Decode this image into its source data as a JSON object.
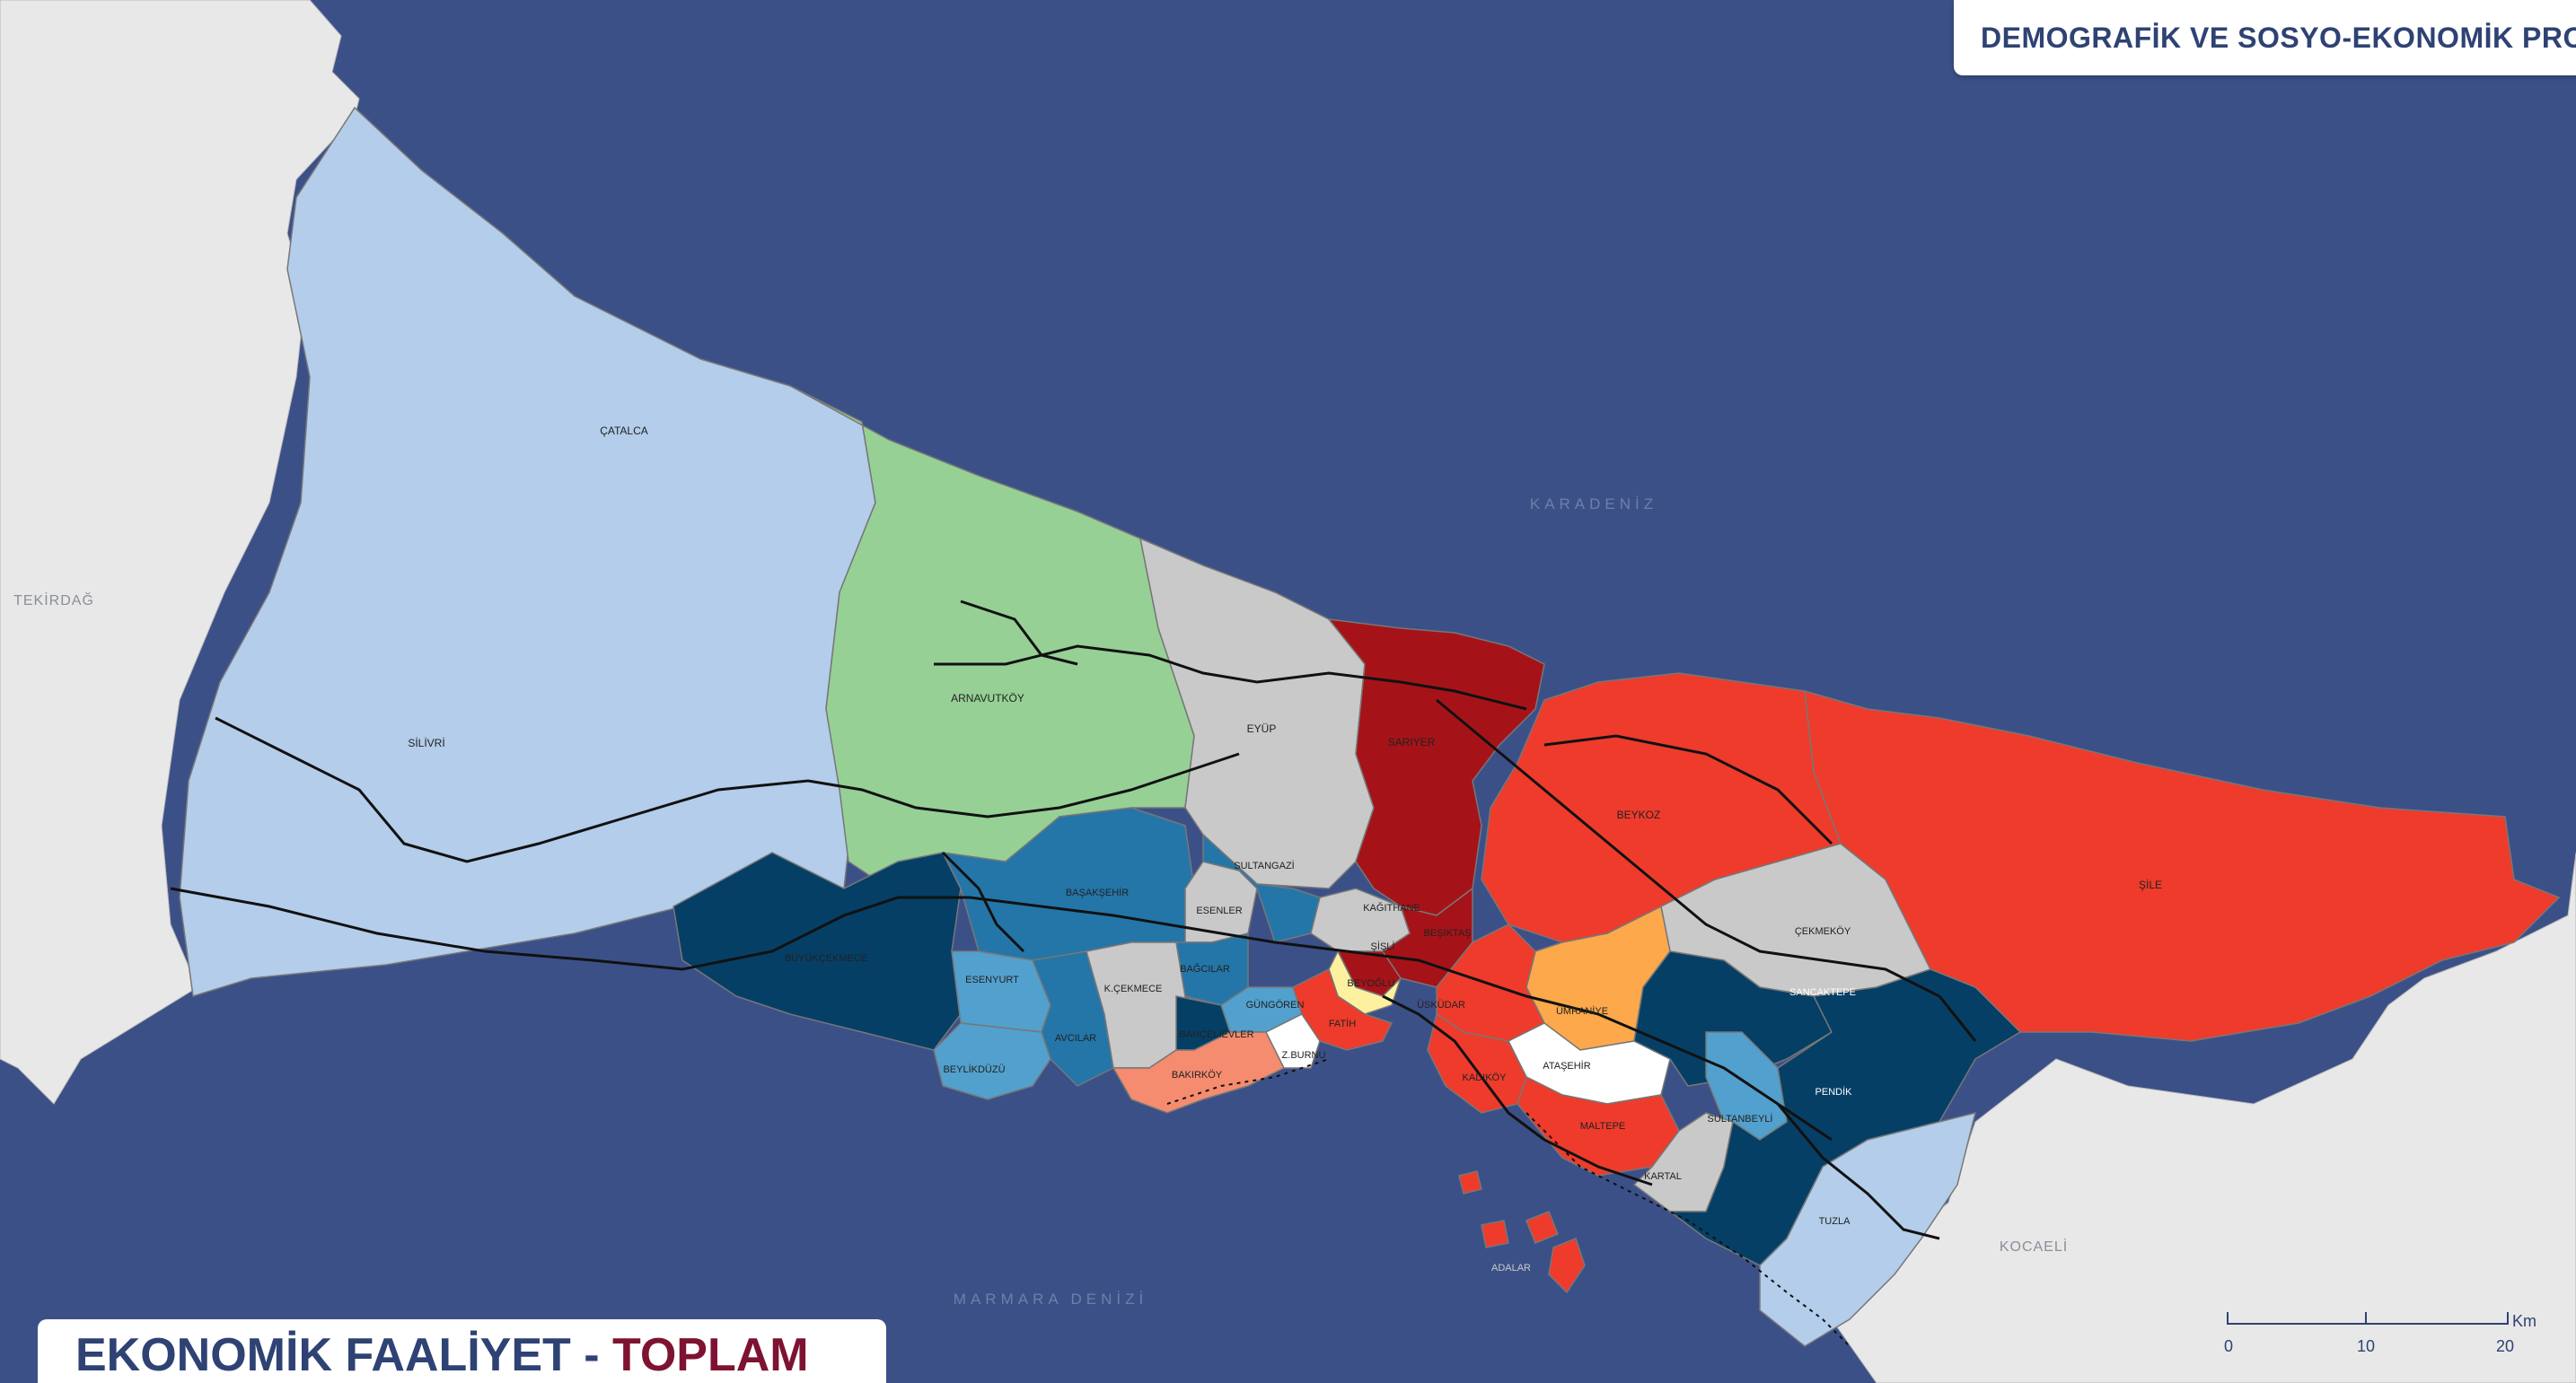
{
  "header": {
    "title": "DEMOGRAFİK VE SOSYO-EKONOMİK PROFİL"
  },
  "title": {
    "main": "EKONOMİK FAALİYET - ",
    "accent": "TOPLAM"
  },
  "regions": {
    "tekirdag": "TEKİRDAĞ",
    "kocaeli": "KOCAELİ"
  },
  "seas": {
    "karadeniz": "KARADENİZ",
    "marmara": "MARMARA DENİZİ"
  },
  "scale": {
    "unit": "Km",
    "ticks": [
      "0",
      "10",
      "20"
    ]
  },
  "colors": {
    "sea": "#3c5088",
    "land_outside": "#e8e8e8",
    "class_light_blue": "#b3cdea",
    "class_green": "#96d095",
    "class_gray": "#c9c9c9",
    "class_dark_red": "#a51319",
    "class_red": "#ee3b2c",
    "class_salmon": "#f58b6f",
    "class_orange": "#fca84b",
    "class_yellow": "#fdf1a0",
    "class_white": "#ffffff",
    "class_navy": "#053f66",
    "class_mid_blue": "#2476a8",
    "class_steel_blue": "#52a0cd"
  },
  "districts": {
    "catalca": "ÇATALCA",
    "silivri": "SİLİVRİ",
    "arnavutkoy": "ARNAVUTKÖY",
    "eyup": "EYÜP",
    "sariyer": "SARIYER",
    "beykoz": "BEYKOZ",
    "sile": "ŞİLE",
    "buyukcekmece": "BÜYÜKÇEKMECE",
    "basaksehir": "BAŞAKŞEHİR",
    "sultangazi": "SULTANGAZİ",
    "esenler": "ESENLER",
    "kagithane": "KAĞITHANE",
    "sisli": "ŞİŞLİ",
    "besiktas": "BEŞİKTAŞ",
    "beyoglu": "BEYOĞLU",
    "esenyurt": "ESENYURT",
    "kcekmece": "K.ÇEKMECE",
    "bagcilar": "BAĞCILAR",
    "gungoren": "GÜNGÖREN",
    "bahcelievler": "BAHÇELİEVLER",
    "zburnu": "Z.BURNU",
    "fatih": "FATİH",
    "uskudar": "ÜSKÜDAR",
    "umraniye": "ÜMRANİYE",
    "cekmekoy": "ÇEKMEKÖY",
    "sancaktepe": "SANCAKTEPE",
    "avcilar": "AVCILAR",
    "beylikduzu": "BEYLİKDÜZÜ",
    "bakirkoy": "BAKIRKÖY",
    "atasehir": "ATAŞEHİR",
    "kadikoy": "KADIKÖY",
    "maltepe": "MALTEPE",
    "sultanbeyli": "SULTANBEYLİ",
    "pendik": "PENDİK",
    "kartal": "KARTAL",
    "tuzla": "TUZLA",
    "adalar": "ADALAR"
  }
}
